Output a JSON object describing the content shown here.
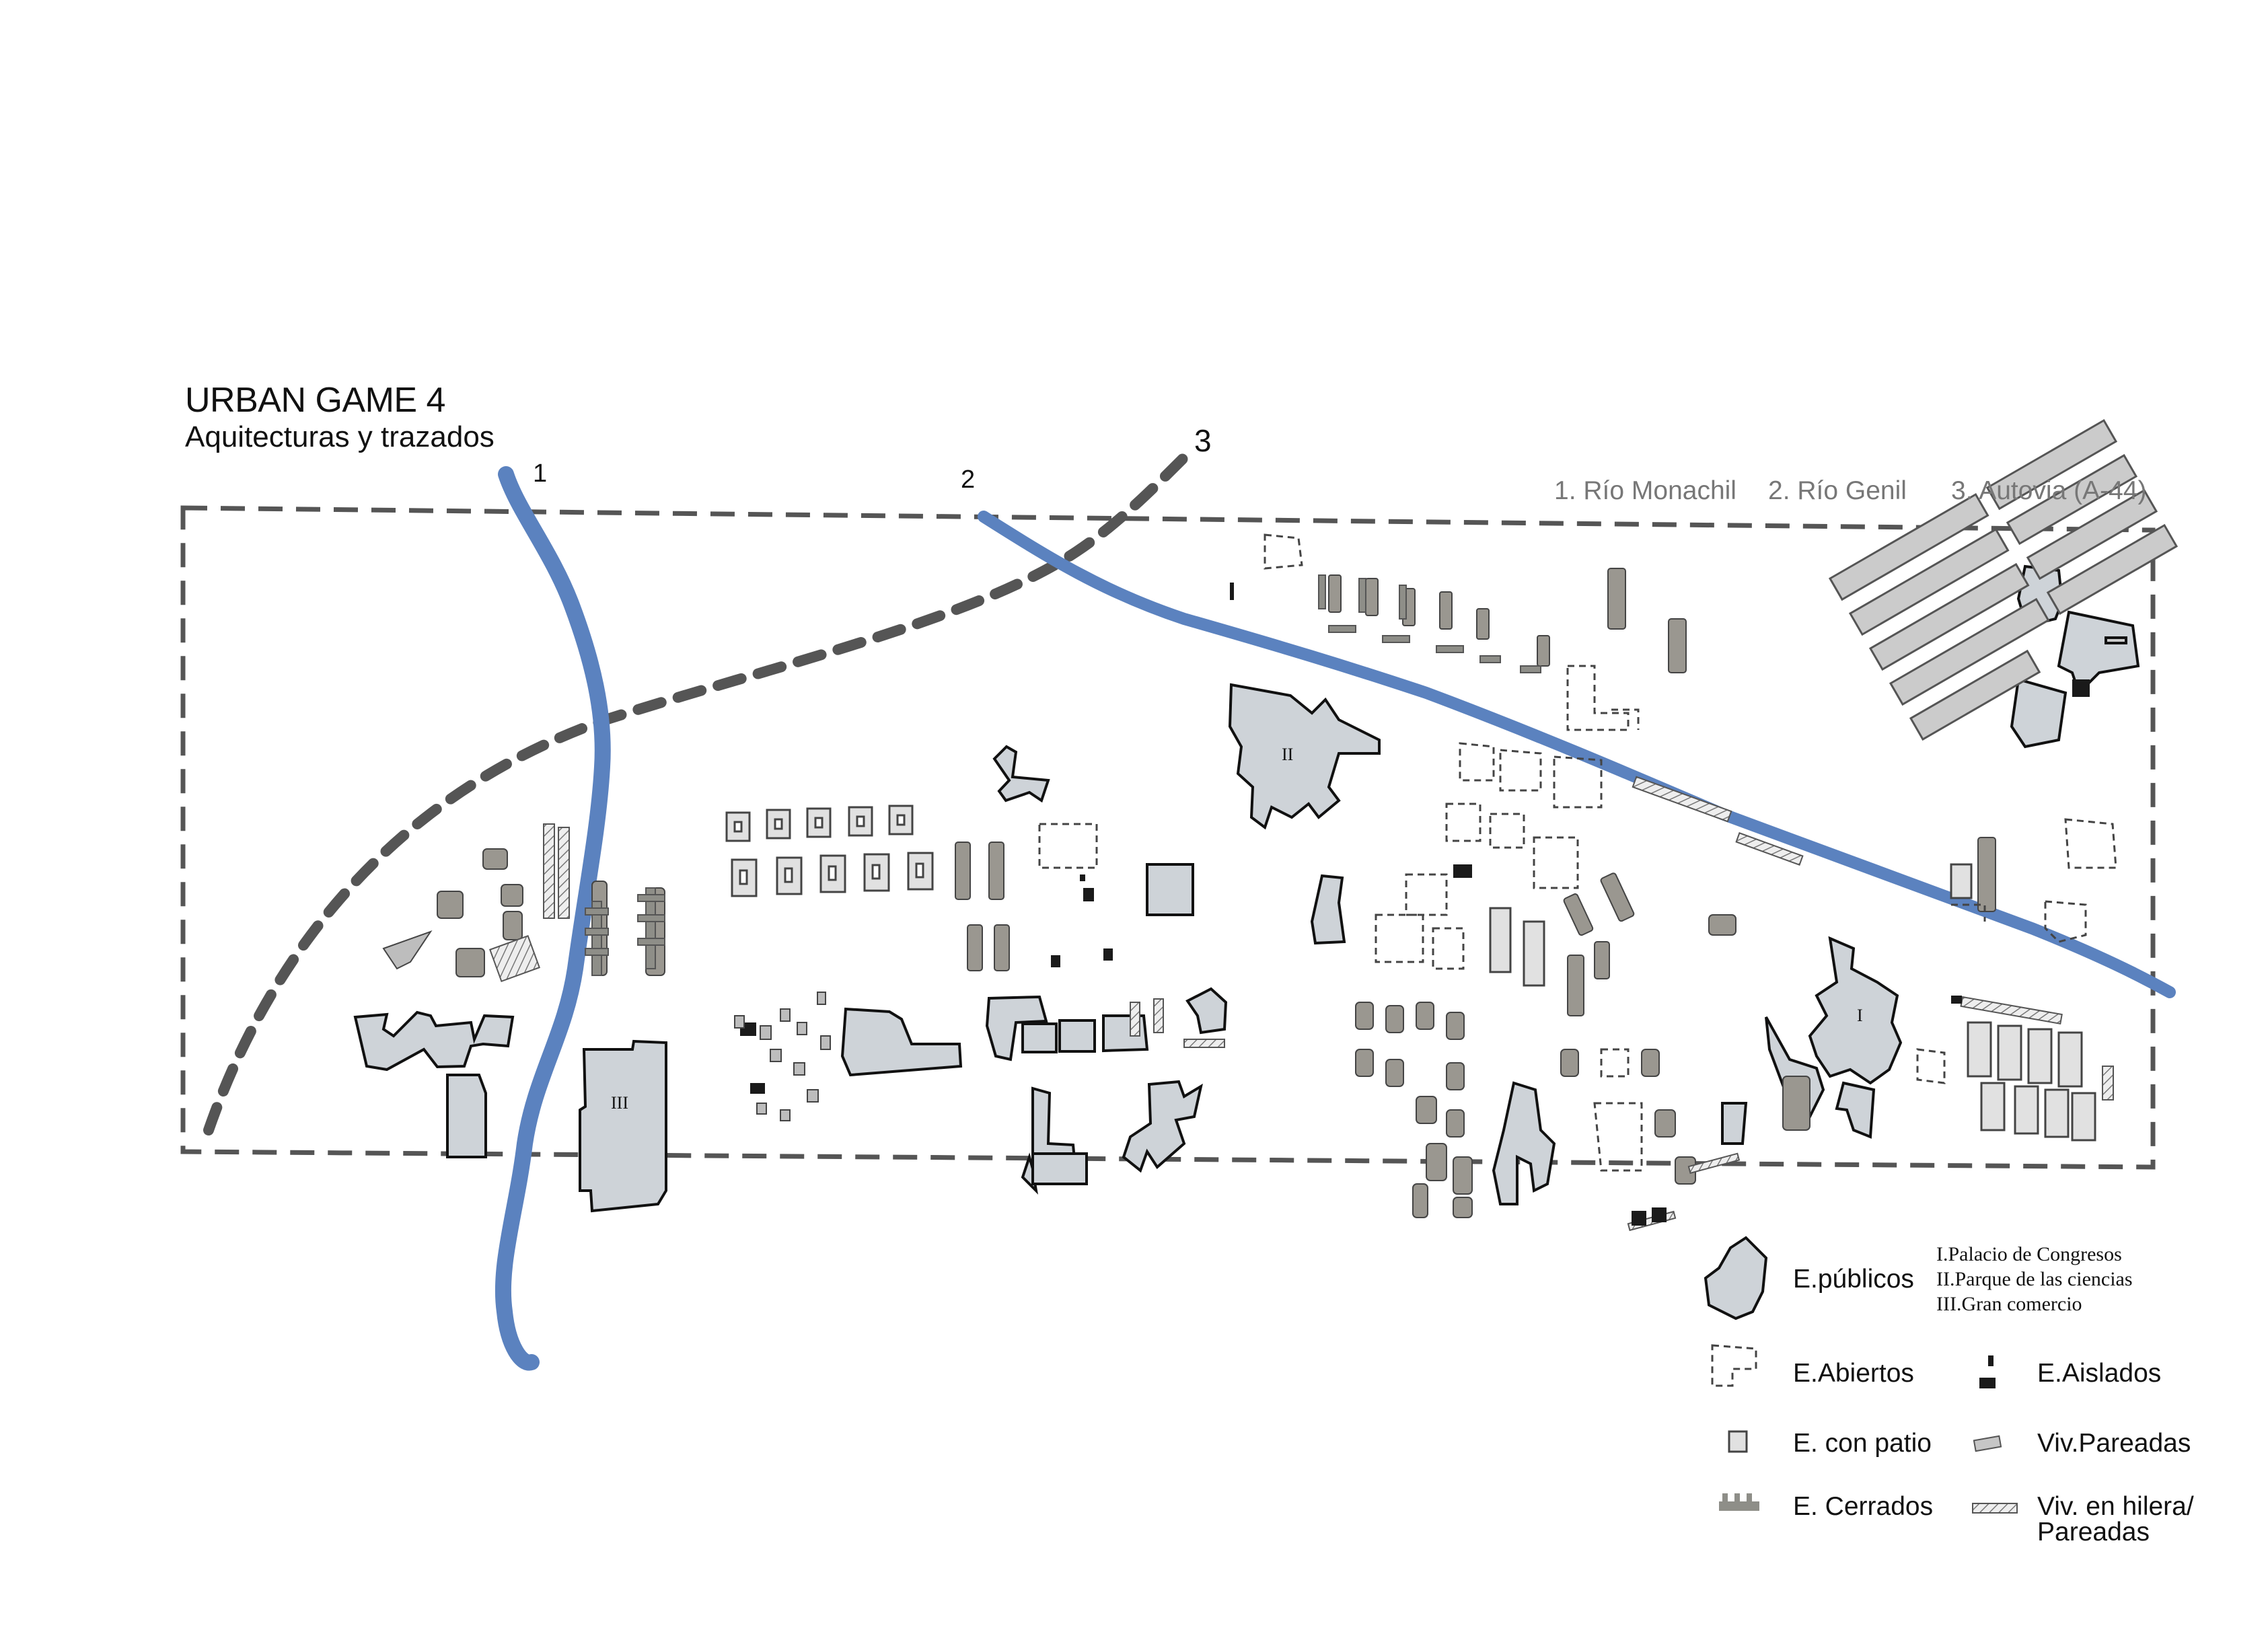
{
  "header": {
    "title": "URBAN GAME 4",
    "subtitle": "Aquitecturas y trazados"
  },
  "references": {
    "ref1": "1. Río Monachil",
    "ref2": "2. Río Genil",
    "ref3": "3. Autovia (A-44)"
  },
  "map_markers": {
    "n1": "1",
    "n2": "2",
    "n3": "3",
    "roman_1": "I",
    "roman_2": "II",
    "roman_3": "III"
  },
  "legend": {
    "publicos": "E.públicos",
    "publicos_list": [
      "I.Palacio de Congresos",
      "II.Parque de las ciencias",
      "III.Gran comercio"
    ],
    "abiertos": "E.Abiertos",
    "aislados": "E.Aislados",
    "con_patio": "E. con patio",
    "pareadas": "Viv.Pareadas",
    "cerrados": "E. Cerrados",
    "hilera_line1": "Viv. en hilera/",
    "hilera_line2": "Pareadas"
  },
  "colors": {
    "river": "#5b82bf",
    "public_fill": "#ced3d8",
    "closed_fill": "#9a9790",
    "border": "#555555",
    "highway": "#555555"
  }
}
